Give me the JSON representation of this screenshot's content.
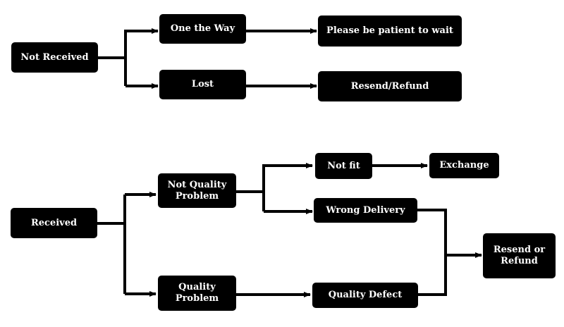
{
  "flowchart_top": {
    "root": "Not Received",
    "one_the_way": "One the Way",
    "lost": "Lost",
    "patient": "Please be patient to wait",
    "resend_refund": "Resend/Refund"
  },
  "flowchart_bottom": {
    "root": "Received",
    "not_quality": "Not Quality Problem",
    "quality": "Quality Problem",
    "not_fit": "Not fit",
    "exchange": "Exchange",
    "wrong_delivery": "Wrong Delivery",
    "quality_defect": "Quality Defect",
    "resend_or_refund": "Resend or Refund"
  }
}
